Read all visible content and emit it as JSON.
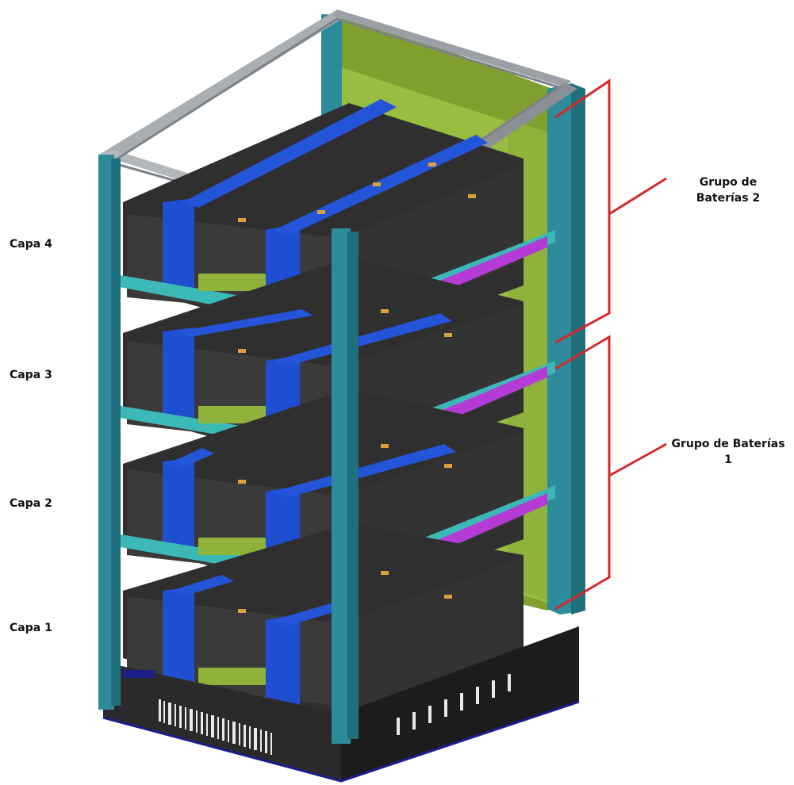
{
  "layer_labels": [
    "Capa 4",
    "Capa 3",
    "Capa 2",
    "Capa 1"
  ],
  "group_2": {
    "line1": "Grupo de",
    "line2": "Baterías 2"
  },
  "group_1": {
    "line1": "Grupo de Baterías",
    "line2": "1"
  },
  "colors": {
    "frame": "#2e8b9b",
    "frame_dark": "#1f6f7d",
    "top_frame": "#9aa0a6",
    "battery": "#3a3a3a",
    "battery_dark": "#262626",
    "strap": "#1f4fd0",
    "rail": "#b53bd6",
    "back_panel": "#8fb23a",
    "base": "#232323",
    "base_trim": "#1a1f8a",
    "bracket": "#d62828",
    "terminal": "#d9a23a"
  }
}
